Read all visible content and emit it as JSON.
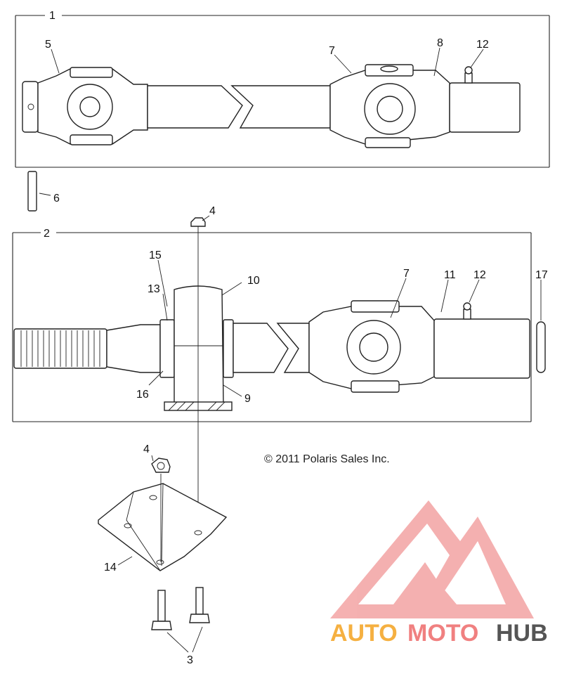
{
  "callouts": [
    "1",
    "2",
    "3",
    "4",
    "4",
    "5",
    "6",
    "7",
    "7",
    "8",
    "9",
    "10",
    "11",
    "12",
    "12",
    "13",
    "14",
    "15",
    "16",
    "17"
  ],
  "copyright": "© 2011 Polaris Sales Inc.",
  "watermark": {
    "part1": "AUTO",
    "part2": "MOTO",
    "part3": "HUB",
    "color_orange": "#f5b041",
    "color_red": "#f08080",
    "color_grey": "#555555"
  }
}
